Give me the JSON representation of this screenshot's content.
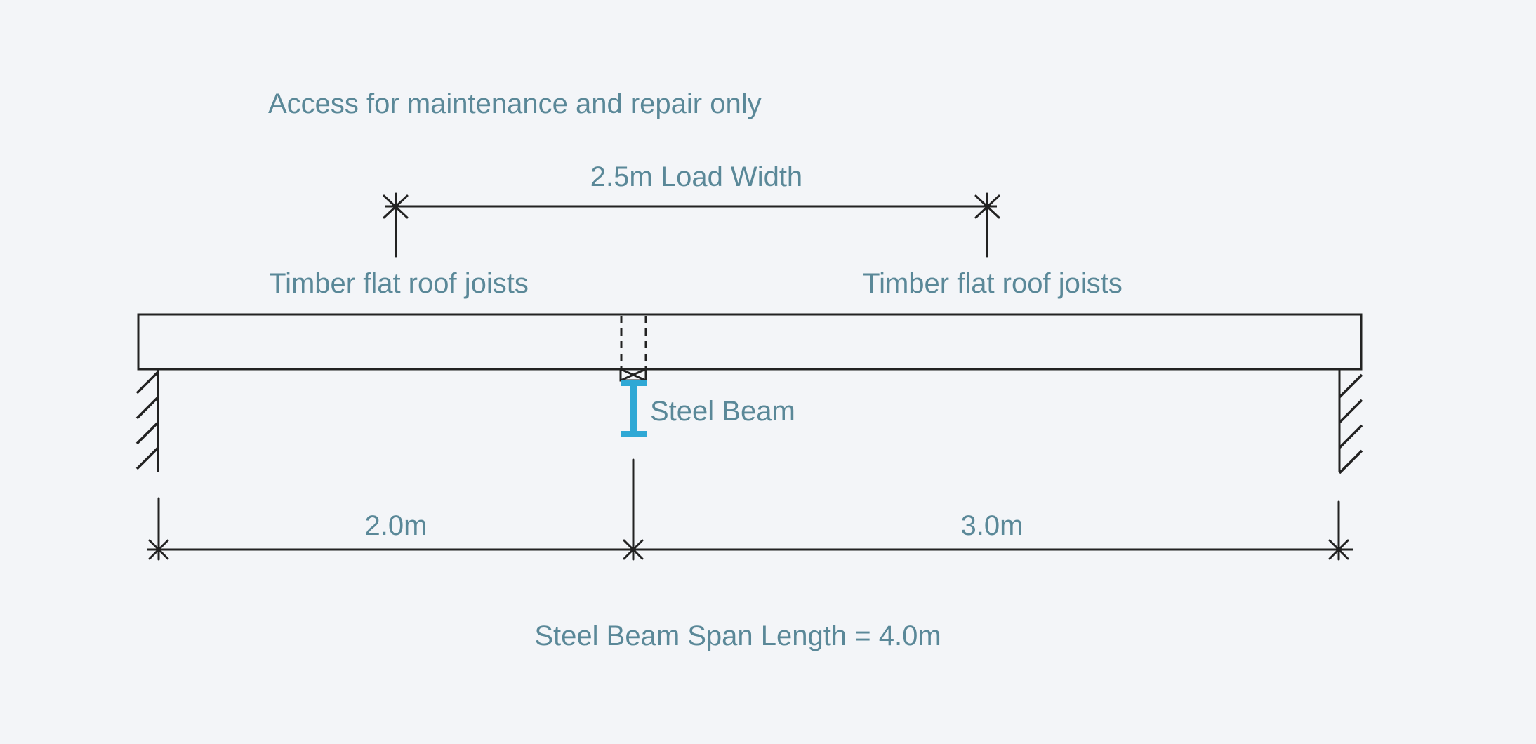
{
  "notes": {
    "access": "Access for maintenance and repair only"
  },
  "dimensions": {
    "load_width": "2.5m Load Width",
    "left_span": "2.0m",
    "right_span": "3.0m",
    "beam_span": "Steel Beam Span Length = 4.0m"
  },
  "labels": {
    "joists_left": "Timber flat roof joists",
    "joists_right": "Timber flat roof joists",
    "steel_beam": "Steel Beam"
  },
  "colors": {
    "label_text": "#5a8898",
    "line": "#222222",
    "steel_beam": "#2fa8d5",
    "background": "#f3f5f8"
  }
}
